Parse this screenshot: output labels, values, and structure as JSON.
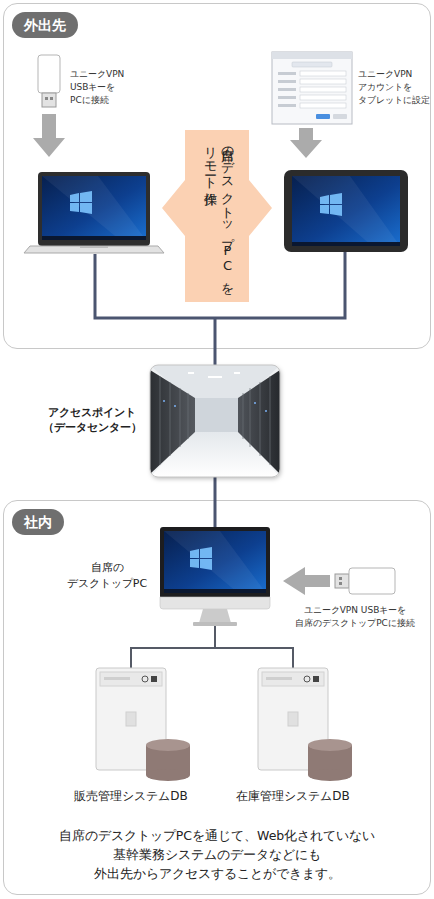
{
  "diagram": {
    "caption": "自席のデスクトップPCを通じて、Web化されていない 基幹業務システムのデータなどにも 外出先からアクセスすることができます。",
    "nodes": [
      {
        "text": [
          "外出先"
        ]
      },
      {
        "text": [
          "自席のデスクトップPCをリモート操作"
        ],
        "in": 0
      },
      {
        "text": [
          "アクセスポイント （データセンター）"
        ]
      },
      {
        "text": [
          "社内"
        ]
      },
      {
        "text": [
          "自席の デスクトップPC"
        ],
        "in": 3
      },
      {
        "text": [
          "販売管理システムDB"
        ],
        "in": 3
      },
      {
        "text": [
          "在庫管理システムDB"
        ],
        "in": 3
      }
    ],
    "edges": [
      {
        "from": 0,
        "to": 2,
        "arrow": "none"
      },
      {
        "from": 2,
        "to": 4,
        "arrow": "none"
      },
      {
        "from": 4,
        "to": 5,
        "arrow": "none"
      },
      {
        "from": 4,
        "to": 6,
        "arrow": "none"
      }
    ],
    "labels": [
      "ユニークVPN USBキーを PCに接続",
      "ユニークVPN アカウントを タブレットに設定",
      "ユニークVPN USBキーを 自席のデスクトップPCに接続"
    ]
  }
}
